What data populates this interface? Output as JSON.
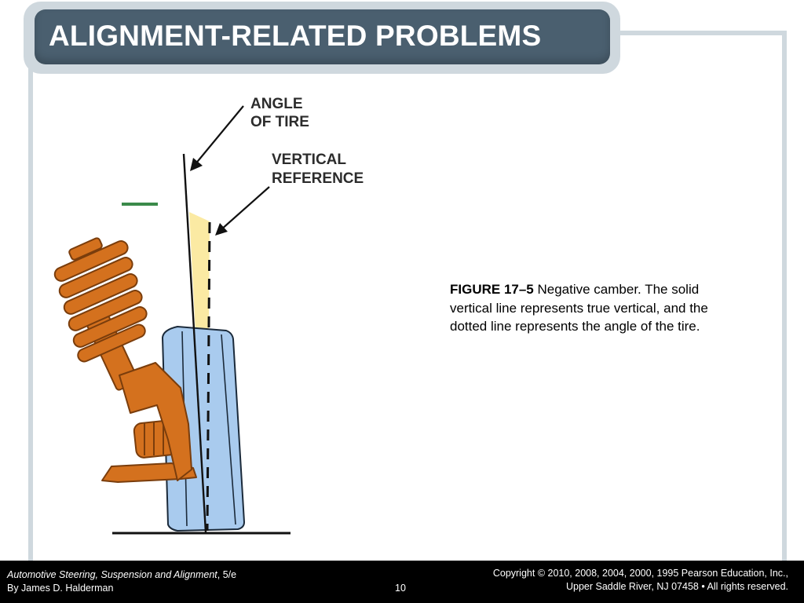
{
  "slide": {
    "title": "ALIGNMENT-RELATED PROBLEMS"
  },
  "figure": {
    "label_angle_line1": "ANGLE",
    "label_angle_line2": "OF TIRE",
    "label_vertical_line1": "VERTICAL",
    "label_vertical_line2": "REFERENCE",
    "colors": {
      "suspension": "#d4711e",
      "suspension_outline": "#7a3d0c",
      "tire": "#a9cbee",
      "angle_fill": "#fbeaa3",
      "green_mark": "#3a8a4a"
    }
  },
  "caption": {
    "figure_number": "FIGURE 17–5",
    "text": " Negative camber. The solid vertical line represents true vertical, and the dotted line represents the angle of the tire."
  },
  "footer": {
    "book_title": "Automotive Steering, Suspension and Alignment",
    "edition": ", 5/e",
    "author": "By James D. Halderman",
    "page_number": "10",
    "copyright_line1": "Copyright © 2010, 2008, 2004, 2000, 1995 Pearson Education, Inc.,",
    "copyright_line2": "Upper Saddle River, NJ 07458 • All rights reserved."
  }
}
